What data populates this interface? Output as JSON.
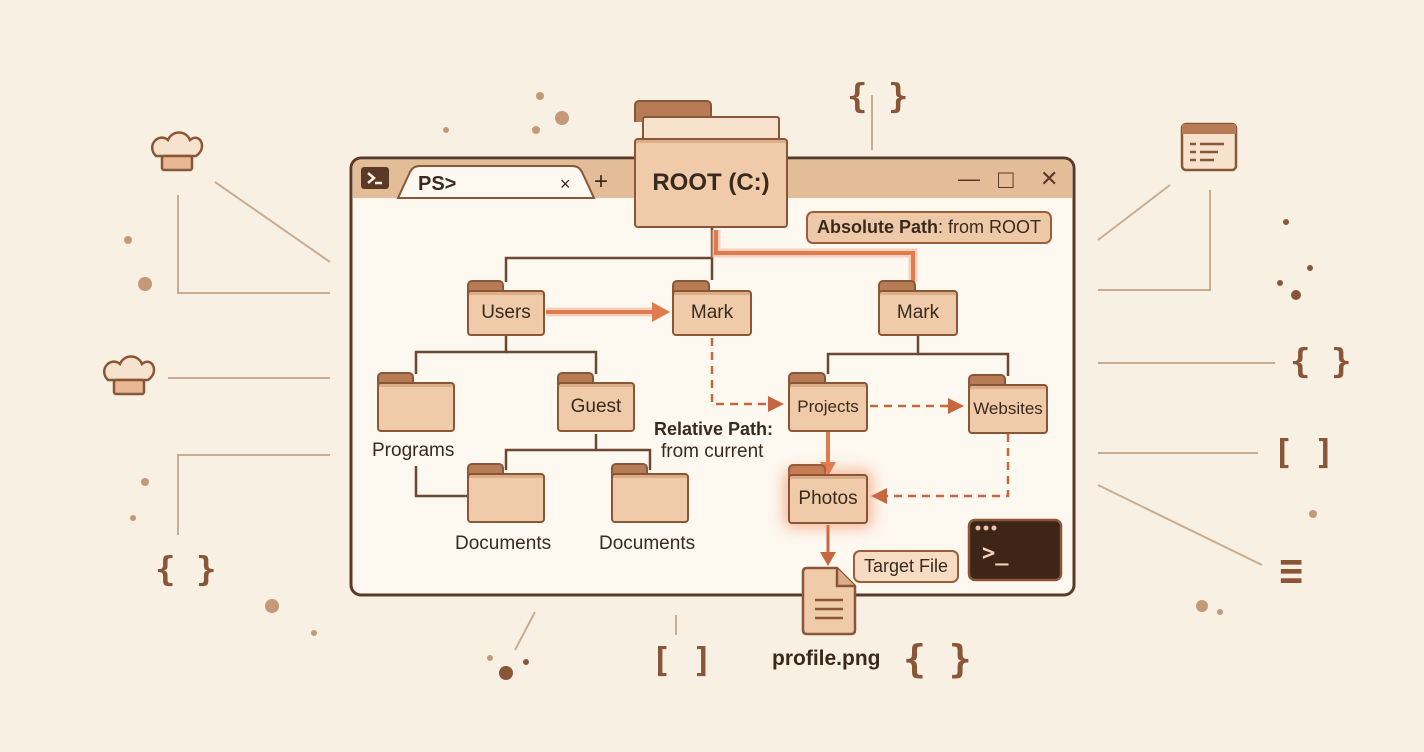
{
  "window": {
    "tab_title": "PS>",
    "tab_close": "×",
    "new_tab": "+",
    "minimize": "—",
    "maximize": "□",
    "close": "✕"
  },
  "root": {
    "label": "ROOT (C:)"
  },
  "folders": {
    "users": "Users",
    "mark_left": "Mark",
    "mark_right": "Mark",
    "programs": "Programs",
    "guest": "Guest",
    "documents_1": "Documents",
    "documents_2": "Documents",
    "projects": "Projects",
    "websites": "Websites",
    "photos": "Photos"
  },
  "annotations": {
    "absolute_bold": "Absolute Path",
    "absolute_rest": ": from ROOT",
    "relative_bold": "Relative Path:",
    "relative_rest": "from current",
    "target_file": "Target File",
    "file_name": "profile.png",
    "terminal_prompt": ">_"
  },
  "decor_glyphs": {
    "braces": "{ }",
    "brackets": "[ ]",
    "menu": "≡"
  },
  "icons": [
    "powershell-icon",
    "folder-icon",
    "file-icon",
    "terminal-icon",
    "chef-hat-icon",
    "code-window-icon",
    "menu-icon"
  ],
  "colors": {
    "background": "#f8f1e3",
    "folder_fill": "#efcba9",
    "folder_stroke": "#8a5638",
    "path_accent": "#e07b4f",
    "line": "#6b4a33"
  }
}
